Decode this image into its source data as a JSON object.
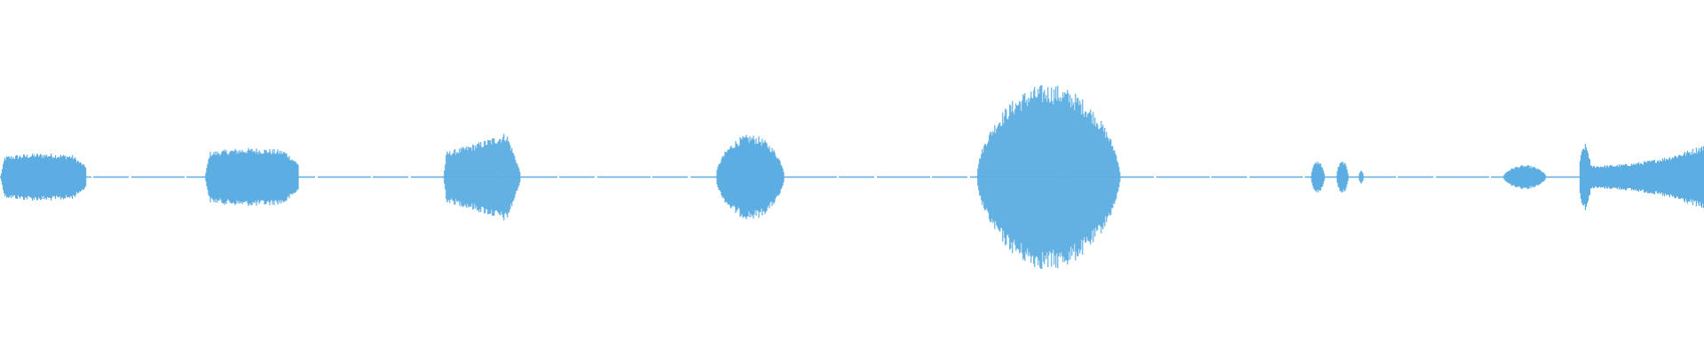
{
  "waveform": {
    "color": "#5dade2",
    "background": "#ffffff",
    "duration_fraction_note": "",
    "segments": [
      {
        "start": 0.0,
        "end": 0.05,
        "amplitude": 0.18,
        "shape": "plateau"
      },
      {
        "start": 0.12,
        "end": 0.175,
        "amplitude": 0.22,
        "shape": "plateau"
      },
      {
        "start": 0.26,
        "end": 0.305,
        "amplitude": 0.38,
        "shape": "rise"
      },
      {
        "start": 0.42,
        "end": 0.46,
        "amplitude": 0.32,
        "shape": "bump"
      },
      {
        "start": 0.573,
        "end": 0.657,
        "amplitude": 0.7,
        "shape": "bump"
      },
      {
        "start": 0.769,
        "end": 0.777,
        "amplitude": 0.12,
        "shape": "bump"
      },
      {
        "start": 0.784,
        "end": 0.791,
        "amplitude": 0.12,
        "shape": "bump"
      },
      {
        "start": 0.797,
        "end": 0.8,
        "amplitude": 0.05,
        "shape": "bump"
      },
      {
        "start": 0.882,
        "end": 0.907,
        "amplitude": 0.09,
        "shape": "bump"
      },
      {
        "start": 0.927,
        "end": 1.0,
        "amplitude": 0.25,
        "shape": "ramp-up"
      }
    ],
    "baseline_amplitude": 0.008
  }
}
